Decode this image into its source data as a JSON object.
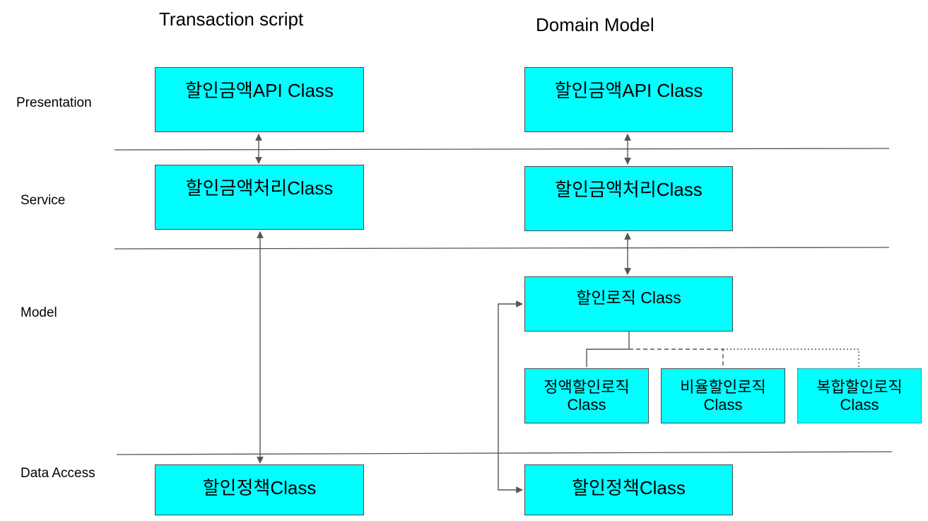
{
  "headings": {
    "transaction_script": "Transaction script",
    "domain_model": "Domain Model"
  },
  "layers": {
    "presentation": "Presentation",
    "service": "Service",
    "model": "Model",
    "data_access": "Data Access"
  },
  "transaction_script": {
    "api_class": "할인금액API Class",
    "processing_class": "할인금액처리Class",
    "policy_class": "할인정책Class"
  },
  "domain_model": {
    "api_class": "할인금액API Class",
    "processing_class": "할인금액처리Class",
    "logic_class": "할인로직 Class",
    "fixed_logic": {
      "line1": "정액할인로직",
      "line2": "Class"
    },
    "rate_logic": {
      "line1": "비율할인로직",
      "line2": "Class"
    },
    "composite_logic": {
      "line1": "복합할인로직",
      "line2": "Class"
    },
    "policy_class": "할인정책Class"
  },
  "colors": {
    "box_fill": "#00ffff",
    "border": "#4a4a4a",
    "line": "#555555"
  }
}
